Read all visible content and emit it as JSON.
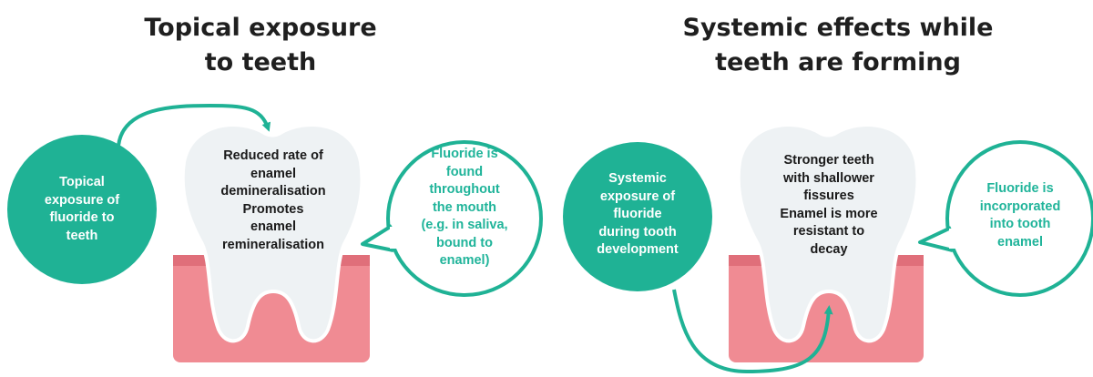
{
  "colors": {
    "teal": "#1fb295",
    "gum": "#f08b93",
    "gum_dark": "#e06f7a",
    "tooth": "#eef2f4",
    "tooth_outline": "#ffffff",
    "bubble_text": "#20b49a"
  },
  "left_panel": {
    "title_lines": [
      "Topical exposure",
      "to teeth"
    ],
    "circle_lines": [
      "Topical",
      "exposure of",
      "fluoride to",
      "teeth"
    ],
    "tooth_lines": [
      "Reduced rate of",
      "enamel",
      "demineralisation",
      "Promotes",
      "enamel",
      "remineralisation"
    ],
    "bubble_lines": [
      "Fluoride is",
      "found",
      "throughout",
      "the mouth",
      "(e.g. in saliva,",
      "bound to",
      "enamel)"
    ]
  },
  "right_panel": {
    "title_lines": [
      "Systemic effects while",
      "teeth are forming"
    ],
    "circle_lines": [
      "Systemic",
      "exposure of",
      "fluoride",
      "during tooth",
      "development"
    ],
    "tooth_lines": [
      "Stronger teeth",
      "with shallower",
      "fissures",
      "Enamel is more",
      "resistant to",
      "decay"
    ],
    "bubble_lines": [
      "Fluoride is",
      "incorporated",
      "into tooth",
      "enamel"
    ]
  }
}
